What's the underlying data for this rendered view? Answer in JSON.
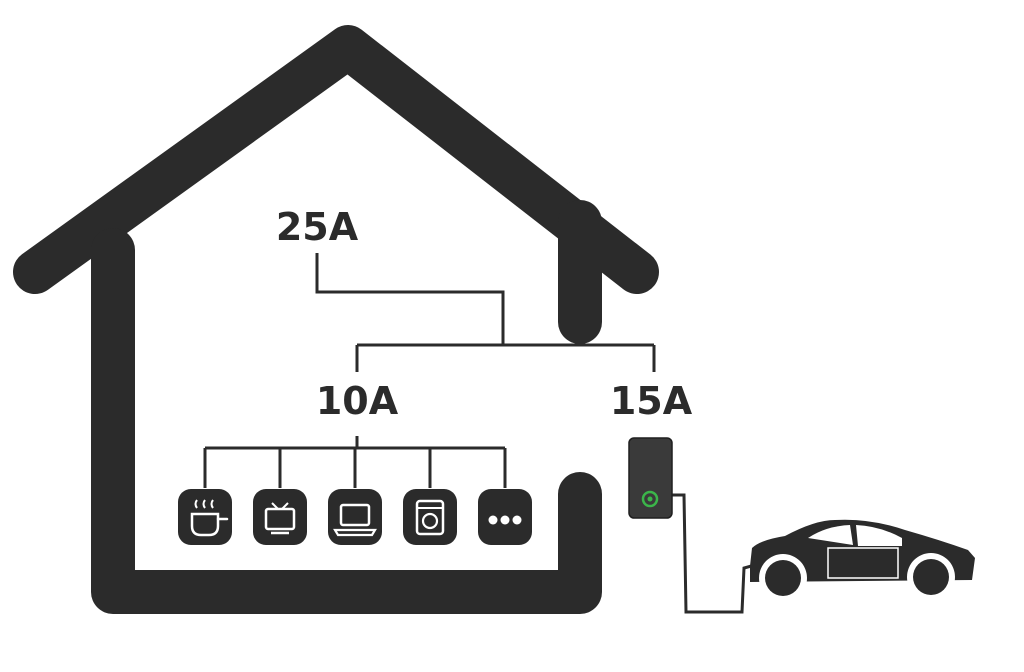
{
  "main_supply": {
    "label": "25A"
  },
  "branches": [
    {
      "label": "10A",
      "target": "household-appliances"
    },
    {
      "label": "15A",
      "target": "ev-charger"
    }
  ],
  "appliances": [
    {
      "icon": "cooking-pot-icon"
    },
    {
      "icon": "tv-icon"
    },
    {
      "icon": "laptop-icon"
    },
    {
      "icon": "washing-machine-icon"
    },
    {
      "icon": "more-dots-icon"
    }
  ],
  "charger": {
    "icon": "ev-charger-icon",
    "indicator_color": "#3bb54a"
  },
  "vehicle": {
    "icon": "car-icon"
  },
  "colors": {
    "ink": "#2b2b2b",
    "background": "#ffffff",
    "charger_led": "#3bb54a"
  }
}
